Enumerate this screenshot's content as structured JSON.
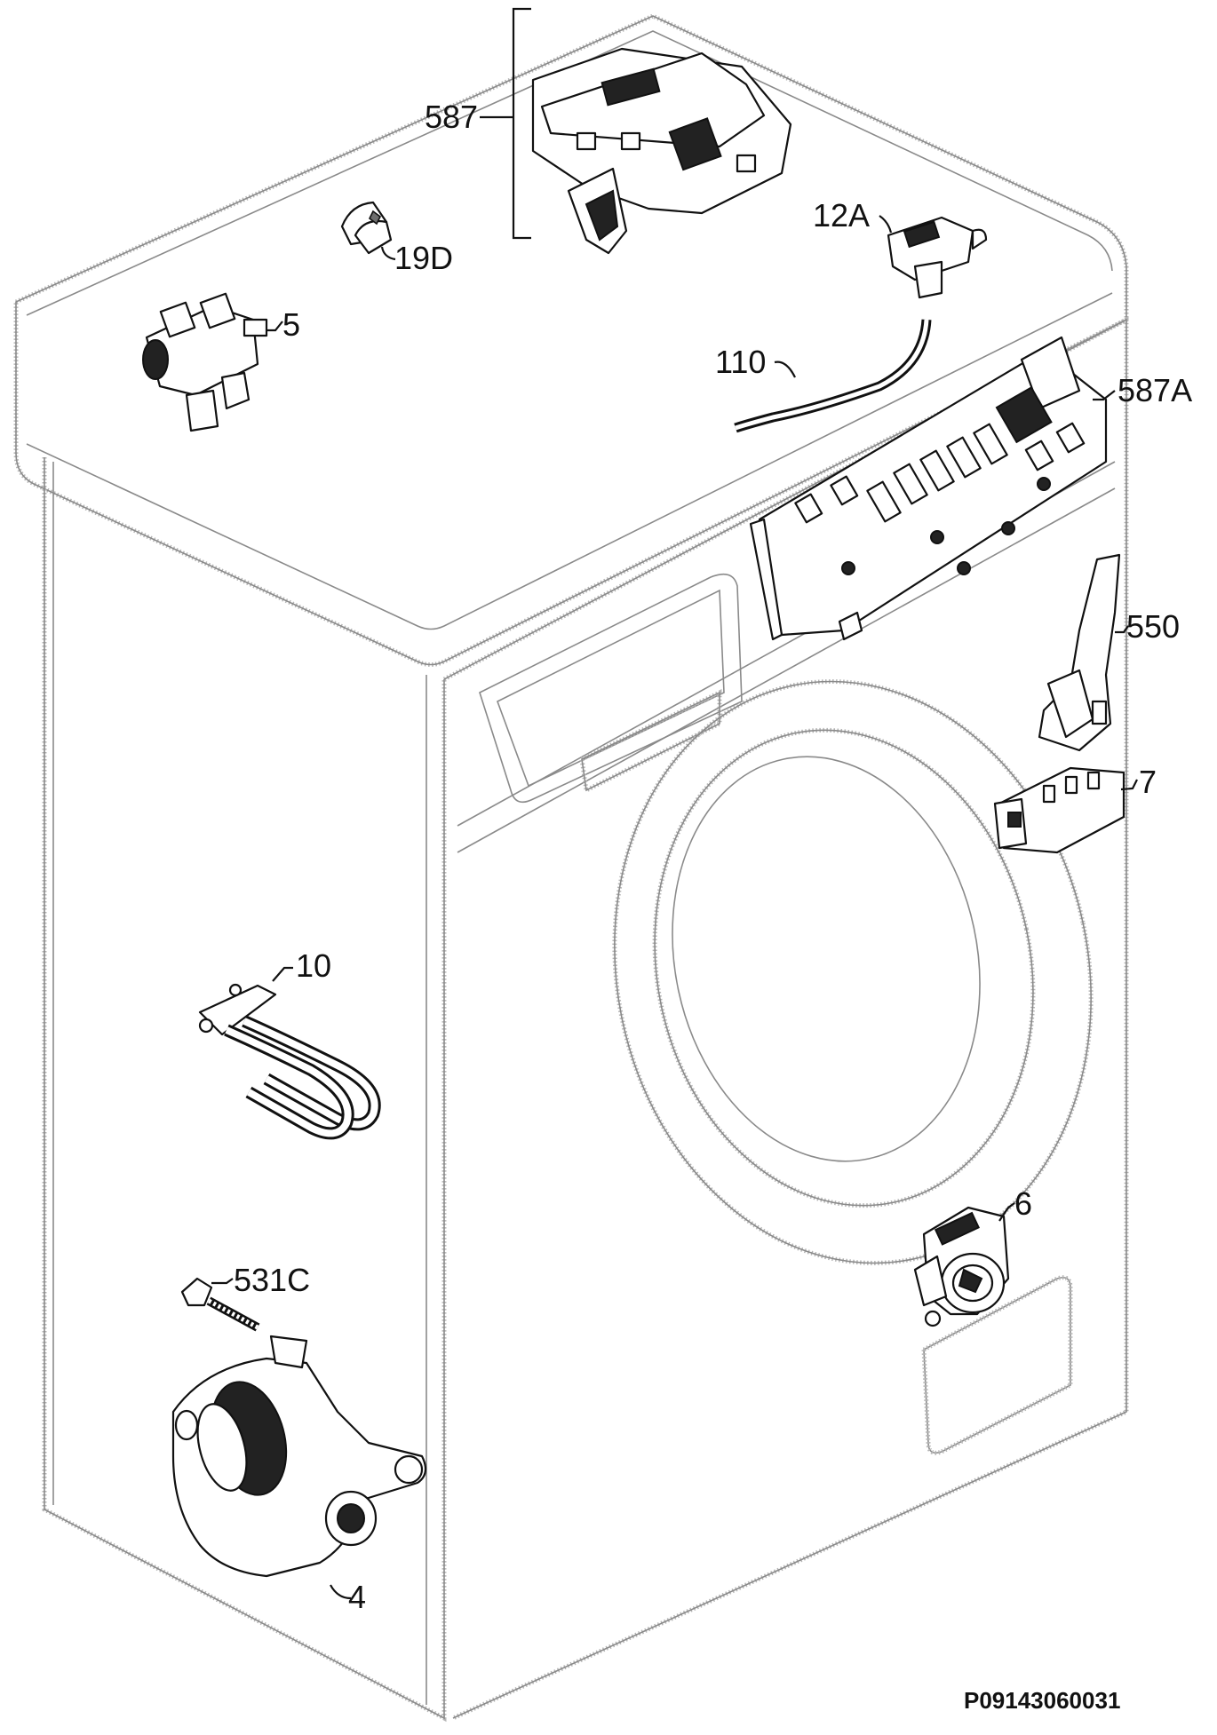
{
  "diagram": {
    "drawing_code": "P09143060031",
    "callouts": {
      "c587": "587",
      "c19d": "19D",
      "c5": "5",
      "c12a": "12A",
      "c110": "110",
      "c587a": "587A",
      "c550": "550",
      "c7": "7",
      "c10": "10",
      "c531c": "531C",
      "c6": "6",
      "c4": "4"
    }
  }
}
